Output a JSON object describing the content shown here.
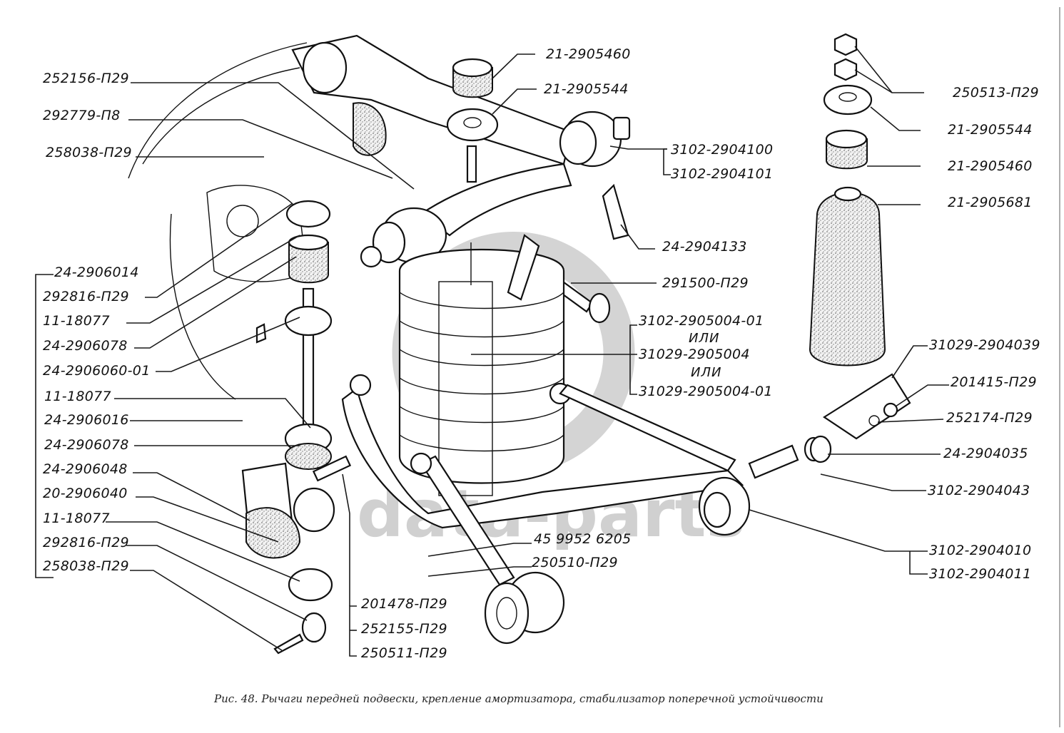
{
  "figure": {
    "caption": "Рис. 48. Рычаги передней подвески, крепление амортизатора, стабилизатор поперечной устойчивости",
    "watermark": "data-parts"
  },
  "labels": {
    "left": [
      "252156-П29",
      "292779-П8",
      "258038-П29",
      "24-2906014",
      "292816-П29",
      "11-18077",
      "24-2906078",
      "24-2906060-01",
      "11-18077",
      "24-2906016",
      "24-2906078",
      "24-2906048",
      "20-2906040",
      "11-18077",
      "292816-П29",
      "258038-П29"
    ],
    "center_top": [
      "21-2905460",
      "21-2905544"
    ],
    "upper_arm": [
      "3102-2904100",
      "3102-2904101"
    ],
    "center_right": [
      "24-2904133",
      "291500-П29"
    ],
    "shock_absorber": {
      "options": [
        "3102-2905004-01",
        "31029-2905004",
        "31029-2905004-01"
      ],
      "separator": "ИЛИ"
    },
    "bottom_center": [
      "45 9952 6205",
      "250510-П29"
    ],
    "bottom_bolt": [
      "201478-П29",
      "252155-П29",
      "250511-П29"
    ],
    "right_top": [
      "250513-П29",
      "21-2905544",
      "21-2905460",
      "21-2905681"
    ],
    "right_bottom": [
      "31029-2904039",
      "201415-П29",
      "252174-П29",
      "24-2904035",
      "3102-2904043"
    ],
    "lower_arm": [
      "3102-2904010",
      "3102-2904011"
    ]
  }
}
